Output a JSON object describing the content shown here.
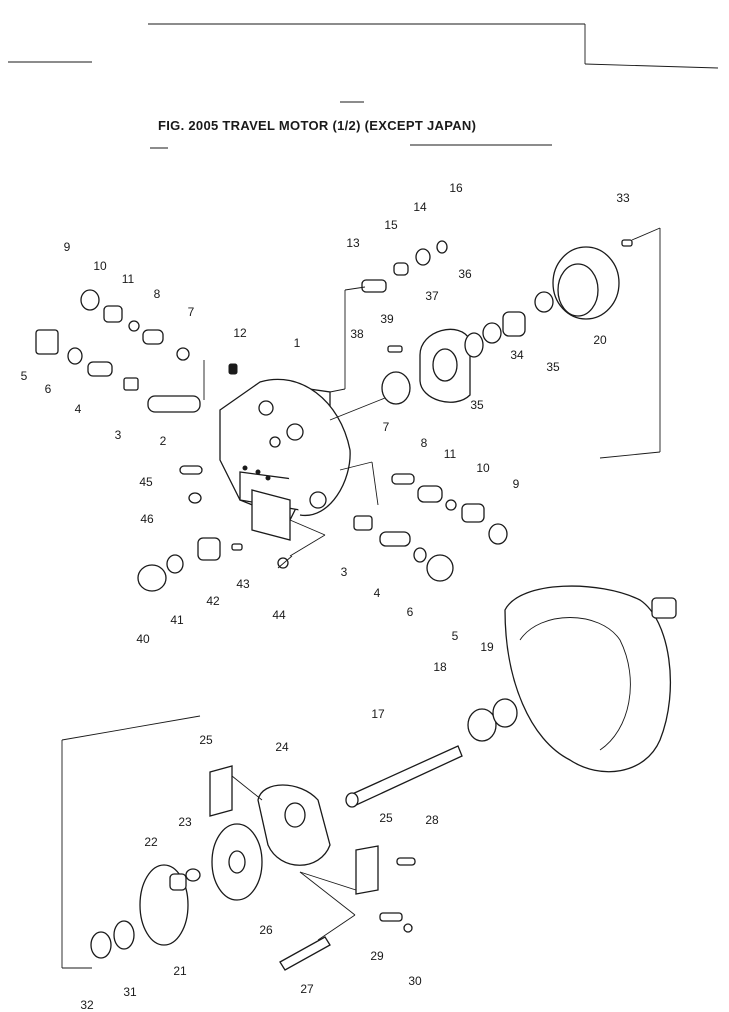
{
  "figure": {
    "title": "FIG. 2005   TRAVEL MOTOR (1/2) (EXCEPT JAPAN)"
  },
  "callouts": [
    {
      "id": "c1",
      "text": "1"
    },
    {
      "id": "c2",
      "text": "2"
    },
    {
      "id": "c3a",
      "text": "3"
    },
    {
      "id": "c3b",
      "text": "3"
    },
    {
      "id": "c4a",
      "text": "4"
    },
    {
      "id": "c4b",
      "text": "4"
    },
    {
      "id": "c5a",
      "text": "5"
    },
    {
      "id": "c5b",
      "text": "5"
    },
    {
      "id": "c6a",
      "text": "6"
    },
    {
      "id": "c6b",
      "text": "6"
    },
    {
      "id": "c7a",
      "text": "7"
    },
    {
      "id": "c7b",
      "text": "7"
    },
    {
      "id": "c8a",
      "text": "8"
    },
    {
      "id": "c8b",
      "text": "8"
    },
    {
      "id": "c9a",
      "text": "9"
    },
    {
      "id": "c9b",
      "text": "9"
    },
    {
      "id": "c10a",
      "text": "10"
    },
    {
      "id": "c10b",
      "text": "10"
    },
    {
      "id": "c11a",
      "text": "11"
    },
    {
      "id": "c11b",
      "text": "11"
    },
    {
      "id": "c12",
      "text": "12"
    },
    {
      "id": "c13",
      "text": "13"
    },
    {
      "id": "c14",
      "text": "14"
    },
    {
      "id": "c15",
      "text": "15"
    },
    {
      "id": "c16",
      "text": "16"
    },
    {
      "id": "c17",
      "text": "17"
    },
    {
      "id": "c18",
      "text": "18"
    },
    {
      "id": "c19",
      "text": "19"
    },
    {
      "id": "c20",
      "text": "20"
    },
    {
      "id": "c21",
      "text": "21"
    },
    {
      "id": "c22",
      "text": "22"
    },
    {
      "id": "c23",
      "text": "23"
    },
    {
      "id": "c24",
      "text": "24"
    },
    {
      "id": "c25a",
      "text": "25"
    },
    {
      "id": "c25b",
      "text": "25"
    },
    {
      "id": "c26",
      "text": "26"
    },
    {
      "id": "c27",
      "text": "27"
    },
    {
      "id": "c28",
      "text": "28"
    },
    {
      "id": "c29",
      "text": "29"
    },
    {
      "id": "c30",
      "text": "30"
    },
    {
      "id": "c31",
      "text": "31"
    },
    {
      "id": "c32",
      "text": "32"
    },
    {
      "id": "c33",
      "text": "33"
    },
    {
      "id": "c34",
      "text": "34"
    },
    {
      "id": "c35a",
      "text": "35"
    },
    {
      "id": "c35b",
      "text": "35"
    },
    {
      "id": "c36",
      "text": "36"
    },
    {
      "id": "c37",
      "text": "37"
    },
    {
      "id": "c38",
      "text": "38"
    },
    {
      "id": "c39",
      "text": "39"
    },
    {
      "id": "c40",
      "text": "40"
    },
    {
      "id": "c41",
      "text": "41"
    },
    {
      "id": "c42",
      "text": "42"
    },
    {
      "id": "c43",
      "text": "43"
    },
    {
      "id": "c44",
      "text": "44"
    },
    {
      "id": "c45",
      "text": "45"
    },
    {
      "id": "c46",
      "text": "46"
    }
  ]
}
